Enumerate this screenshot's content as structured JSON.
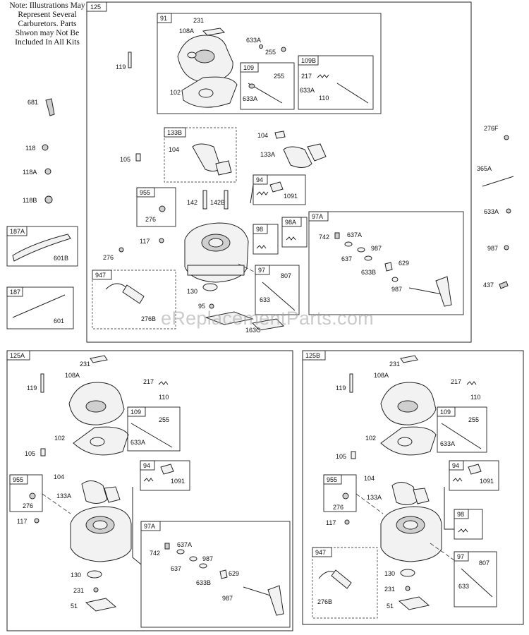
{
  "note": {
    "lines": [
      "Note: Illustrations May",
      "Represent Several",
      "Carburetors.  Parts",
      "Shwon may Not Be",
      "Included In All Kits"
    ]
  },
  "watermark": "eReplacementParts.com",
  "main_kit": {
    "label": "125",
    "boxes": {
      "b91": "91",
      "b109": "109",
      "b109b": "109B",
      "b133b": "133B",
      "b955": "955",
      "b94": "94",
      "b98": "98",
      "b98a": "98A",
      "b97a": "97A",
      "b97": "97",
      "b947": "947"
    },
    "callouts": {
      "c231": "231",
      "c108a": "108A",
      "c633a_1": "633A",
      "c255_1": "255",
      "c255_2": "255",
      "c633a_2": "633A",
      "c102": "102",
      "c217": "217",
      "c633a_3": "633A",
      "c110": "110",
      "c119": "119",
      "c104_1": "104",
      "c104_2": "104",
      "c133a": "133A",
      "c105": "105",
      "c1091": "1091",
      "c142": "142",
      "c142b": "142B",
      "c276_1": "276",
      "c742": "742",
      "c637a": "637A",
      "c987_1": "987",
      "c637": "637",
      "c629": "629",
      "c633b": "633B",
      "c987_2": "987",
      "c117": "117",
      "c276_2": "276",
      "c807": "807",
      "c633": "633",
      "c130": "130",
      "c95": "95",
      "c276b": "276B",
      "c163c": "163C"
    }
  },
  "loose": {
    "c681": "681",
    "c118": "118",
    "c118a": "118A",
    "c118b": "118B",
    "c187a": "187A",
    "c601b": "601B",
    "c187": "187",
    "c601": "601",
    "c276f": "276F",
    "c365a": "365A",
    "c633a": "633A",
    "c987": "987",
    "c437": "437"
  },
  "kit_a": {
    "label": "125A",
    "boxes": {
      "b109": "109",
      "b94": "94",
      "b955": "955",
      "b97a": "97A"
    },
    "callouts": {
      "c231": "231",
      "c108a": "108A",
      "c217": "217",
      "c110": "110",
      "c119": "119",
      "c255": "255",
      "c102": "102",
      "c633a": "633A",
      "c105": "105",
      "c1091": "1091",
      "c104": "104",
      "c133a": "133A",
      "c276": "276",
      "c117": "117",
      "c742": "742",
      "c637a": "637A",
      "c637": "637",
      "c987_1": "987",
      "c629": "629",
      "c633b": "633B",
      "c987_2": "987",
      "c130": "130",
      "c231b": "231",
      "c51": "51"
    }
  },
  "kit_b": {
    "label": "125B",
    "boxes": {
      "b109": "109",
      "b94": "94",
      "b955": "955",
      "b98": "98",
      "b947": "947",
      "b97": "97"
    },
    "callouts": {
      "c231": "231",
      "c108a": "108A",
      "c217": "217",
      "c110": "110",
      "c119": "119",
      "c255": "255",
      "c102": "102",
      "c633a": "633A",
      "c105": "105",
      "c1091": "1091",
      "c104": "104",
      "c133a": "133A",
      "c276": "276",
      "c117": "117",
      "c130": "130",
      "c231b": "231",
      "c51": "51",
      "c276b": "276B",
      "c807": "807",
      "c633": "633"
    }
  }
}
